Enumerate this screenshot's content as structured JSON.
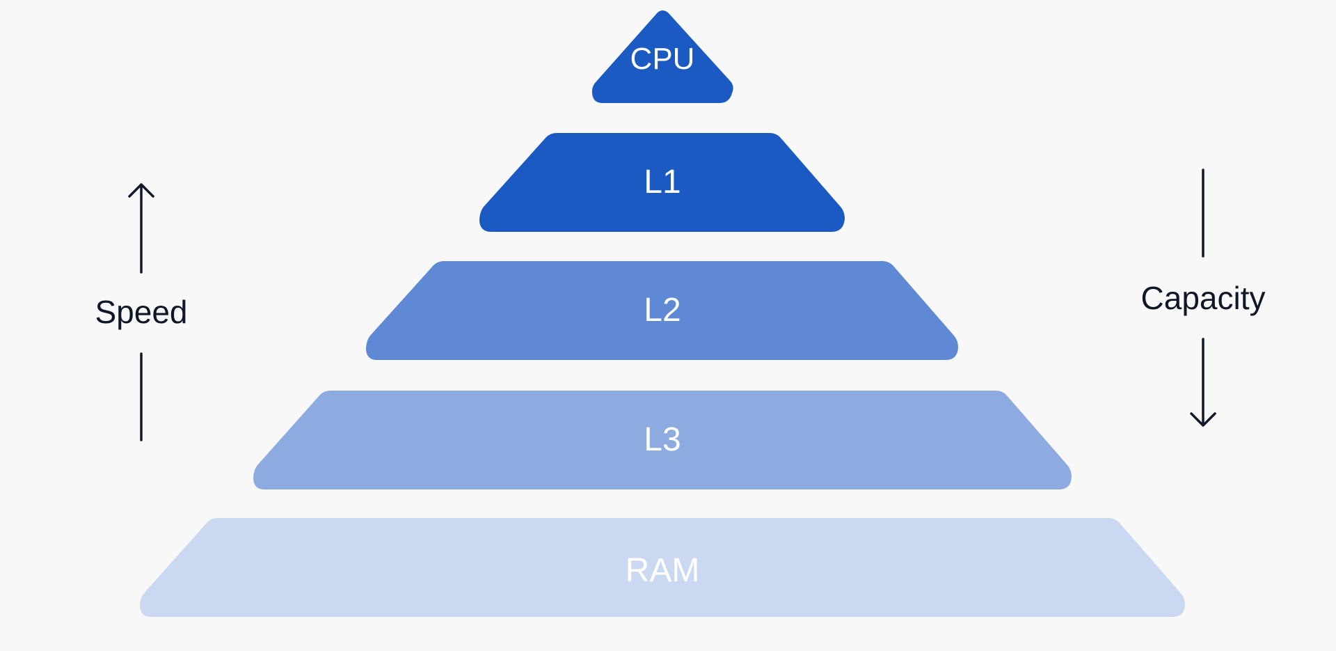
{
  "levels": [
    {
      "label": "CPU",
      "fill": "#1a5ac2",
      "text_color": "#ffffff"
    },
    {
      "label": "L1",
      "fill": "#1a5ac2",
      "text_color": "#ffffff"
    },
    {
      "label": "L2",
      "fill": "#5f89d4",
      "text_color": "#ffffff"
    },
    {
      "label": "L3",
      "fill": "#8dabe0",
      "text_color": "#ffffff"
    },
    {
      "label": "RAM",
      "fill": "#cbd8f1",
      "text_color": "#ffffff"
    }
  ],
  "axes": {
    "left": {
      "label": "Speed",
      "direction": "up"
    },
    "right": {
      "label": "Capacity",
      "direction": "down"
    }
  },
  "colors": {
    "background": "#f8f8f9",
    "arrow": "#101828",
    "axis_text": "#101828"
  }
}
